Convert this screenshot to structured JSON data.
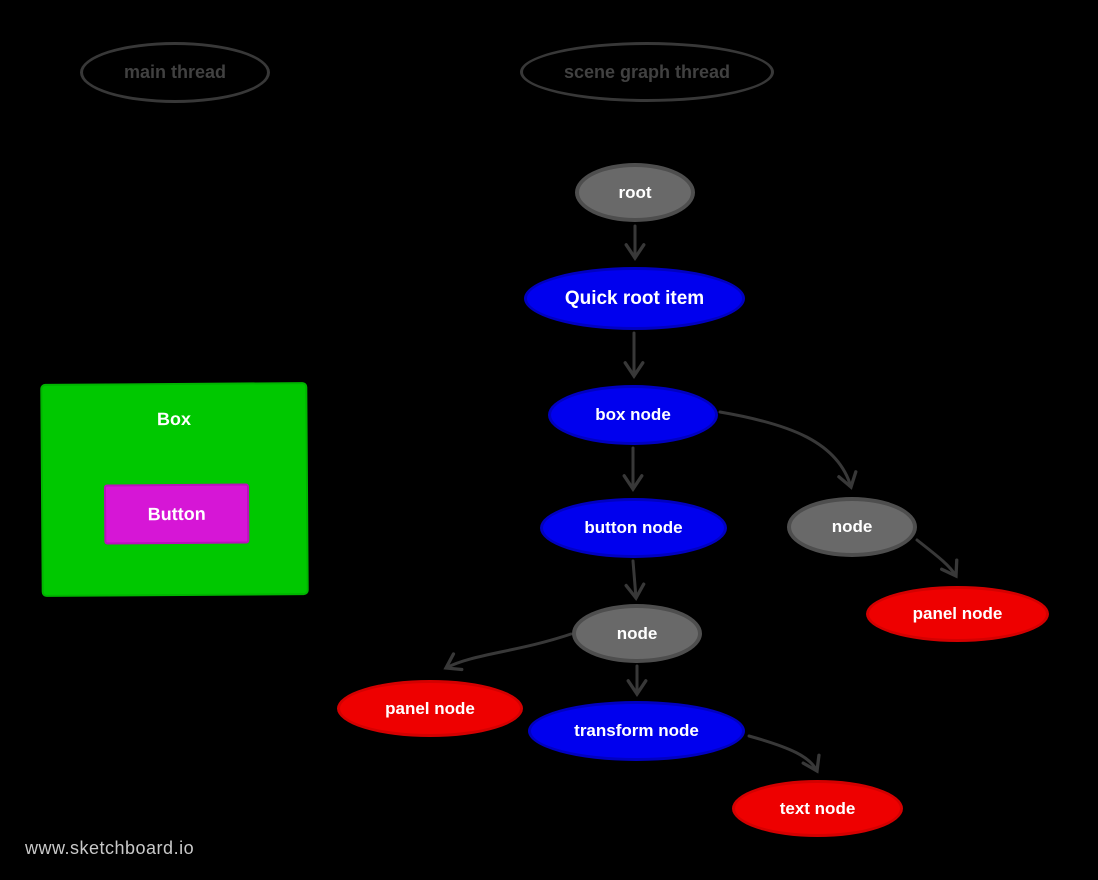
{
  "canvas": {
    "background": "#000000",
    "watermark": "www.sketchboard.io"
  },
  "threads": {
    "main": {
      "label": "main thread"
    },
    "scene_graph": {
      "label": "scene graph thread"
    }
  },
  "ui_mock": {
    "box_label": "Box",
    "button_label": "Button"
  },
  "colors": {
    "background": "#000000",
    "arrow": "#383838",
    "thread_outline": "#383838",
    "thread_text": "#414141",
    "gray_node_fill": "#696969",
    "gray_node_border": "#4e4e4e",
    "blue_node_fill": "#0000ee",
    "red_node_fill": "#ee0000",
    "green_box": "#00c800",
    "magenta_button": "#d616d6",
    "node_text": "#ffffff",
    "watermark_text": "#c9c9c9"
  },
  "graph": {
    "nodes": [
      {
        "id": "root",
        "label": "root",
        "color": "gray"
      },
      {
        "id": "quick_root_item",
        "label": "Quick root item",
        "color": "blue"
      },
      {
        "id": "box_node",
        "label": "box node",
        "color": "blue"
      },
      {
        "id": "button_node",
        "label": "button node",
        "color": "blue"
      },
      {
        "id": "node_right",
        "label": "node",
        "color": "gray"
      },
      {
        "id": "panel_node_right",
        "label": "panel node",
        "color": "red"
      },
      {
        "id": "node_center",
        "label": "node",
        "color": "gray"
      },
      {
        "id": "panel_node_left",
        "label": "panel node",
        "color": "red"
      },
      {
        "id": "transform_node",
        "label": "transform node",
        "color": "blue"
      },
      {
        "id": "text_node",
        "label": "text node",
        "color": "red"
      }
    ],
    "edges": [
      {
        "from": "root",
        "to": "quick_root_item"
      },
      {
        "from": "quick_root_item",
        "to": "box_node"
      },
      {
        "from": "box_node",
        "to": "button_node"
      },
      {
        "from": "box_node",
        "to": "node_right"
      },
      {
        "from": "node_right",
        "to": "panel_node_right"
      },
      {
        "from": "button_node",
        "to": "node_center"
      },
      {
        "from": "node_center",
        "to": "panel_node_left"
      },
      {
        "from": "node_center",
        "to": "transform_node"
      },
      {
        "from": "transform_node",
        "to": "text_node"
      }
    ]
  }
}
